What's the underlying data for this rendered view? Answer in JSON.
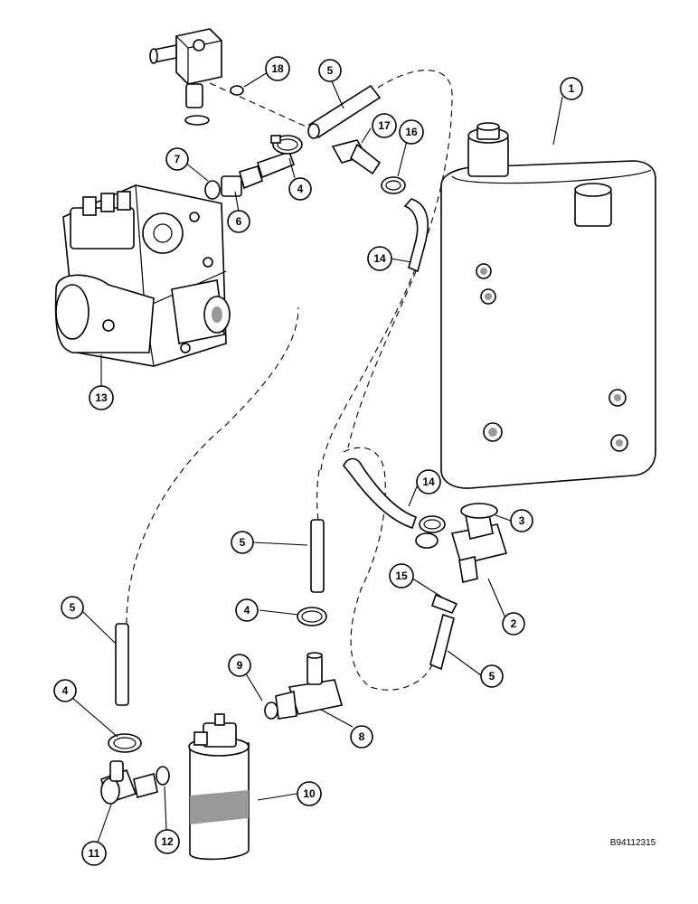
{
  "diagram": {
    "reference_code": "B94112315",
    "callouts": [
      {
        "id": "c1",
        "label": "1"
      },
      {
        "id": "c2",
        "label": "2"
      },
      {
        "id": "c3",
        "label": "3"
      },
      {
        "id": "c4a",
        "label": "4"
      },
      {
        "id": "c4b",
        "label": "4"
      },
      {
        "id": "c4c",
        "label": "4"
      },
      {
        "id": "c5a",
        "label": "5"
      },
      {
        "id": "c5b",
        "label": "5"
      },
      {
        "id": "c5c",
        "label": "5"
      },
      {
        "id": "c5d",
        "label": "5"
      },
      {
        "id": "c6",
        "label": "6"
      },
      {
        "id": "c7",
        "label": "7"
      },
      {
        "id": "c8",
        "label": "8"
      },
      {
        "id": "c9",
        "label": "9"
      },
      {
        "id": "c10",
        "label": "10"
      },
      {
        "id": "c11",
        "label": "11"
      },
      {
        "id": "c12",
        "label": "12"
      },
      {
        "id": "c13",
        "label": "13"
      },
      {
        "id": "c14a",
        "label": "14"
      },
      {
        "id": "c14b",
        "label": "14"
      },
      {
        "id": "c15",
        "label": "15"
      },
      {
        "id": "c16",
        "label": "16"
      },
      {
        "id": "c17",
        "label": "17"
      },
      {
        "id": "c18",
        "label": "18"
      }
    ]
  }
}
